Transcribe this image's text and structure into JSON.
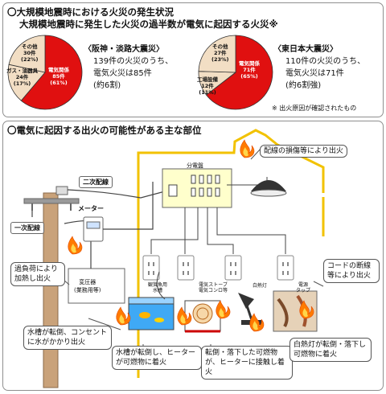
{
  "top_panel": {
    "heading": "〇大規模地震時における火災の発生状況",
    "subheading": "大規模地震時に発生した火災の過半数が電気に起因する火災※",
    "footnote": "※ 出火原因が確認されたもの",
    "hanshin": {
      "title": "〈阪神・淡路大震災〉",
      "line1": "139件の火災のうち、",
      "line2": "電気火災は85件",
      "line3": "(約6割)",
      "slices": [
        {
          "label1": "電気関係",
          "label2": "85件",
          "label3": "(61%)",
          "value": 85,
          "color": "#e01010"
        },
        {
          "label1": "ガス・油器具",
          "label2": "24件",
          "label3": "(17%)",
          "value": 24,
          "color": "#f2dec4"
        },
        {
          "label1": "その他",
          "label2": "30件",
          "label3": "(22%)",
          "value": 30,
          "color": "#f2dec4"
        }
      ]
    },
    "higashi": {
      "title": "〈東日本大震災〉",
      "line1": "110件の火災のうち、",
      "line2": "電気火災は71件",
      "line3": "(約6割強)",
      "slices": [
        {
          "label1": "電気関係",
          "label2": "71件",
          "label3": "(65%)",
          "value": 71,
          "color": "#e01010"
        },
        {
          "label1": "工場設備",
          "label2": "12件",
          "label3": "(11%)",
          "value": 12,
          "color": "#f2dec4"
        },
        {
          "label1": "その他",
          "label2": "27件",
          "label3": "(23%)",
          "value": 27,
          "color": "#f2dec4"
        }
      ]
    }
  },
  "bottom_panel": {
    "heading": "〇電気に起因する出火の可能性がある主な部位",
    "tags": {
      "secondary": "二次配線",
      "primary": "一次配線",
      "meter": "メーター",
      "breaker": "分電盤"
    },
    "device_labels": {
      "transformer1": "変圧器",
      "transformer2": "(業務用等)",
      "aquarium1": "観賞魚用",
      "aquarium2": "水槽",
      "stove1": "電気ストーブ",
      "stove2": "電気コンロ等",
      "lamp": "白熱灯",
      "tap1": "電源",
      "tap2": "タップ"
    },
    "callouts": {
      "wiring_damage": "配線の損傷等により出火",
      "overload": "過負荷により加熱し出火",
      "cord": "コードの断線等により出火",
      "water": "水槽が転倒、コンセントに水がかかり出火",
      "heater": "水槽が転倒し、ヒーターが可燃物に着火",
      "fallen": "転倒・落下した可燃物が、ヒーターに接触し着火",
      "bulb": "白熱灯が転倒・落下し可燃物に着火"
    }
  },
  "colors": {
    "electric_red": "#e01010",
    "other_beige": "#f2dec4",
    "house_outline": "#f2c200",
    "flame_orange": "#ff7a00"
  }
}
